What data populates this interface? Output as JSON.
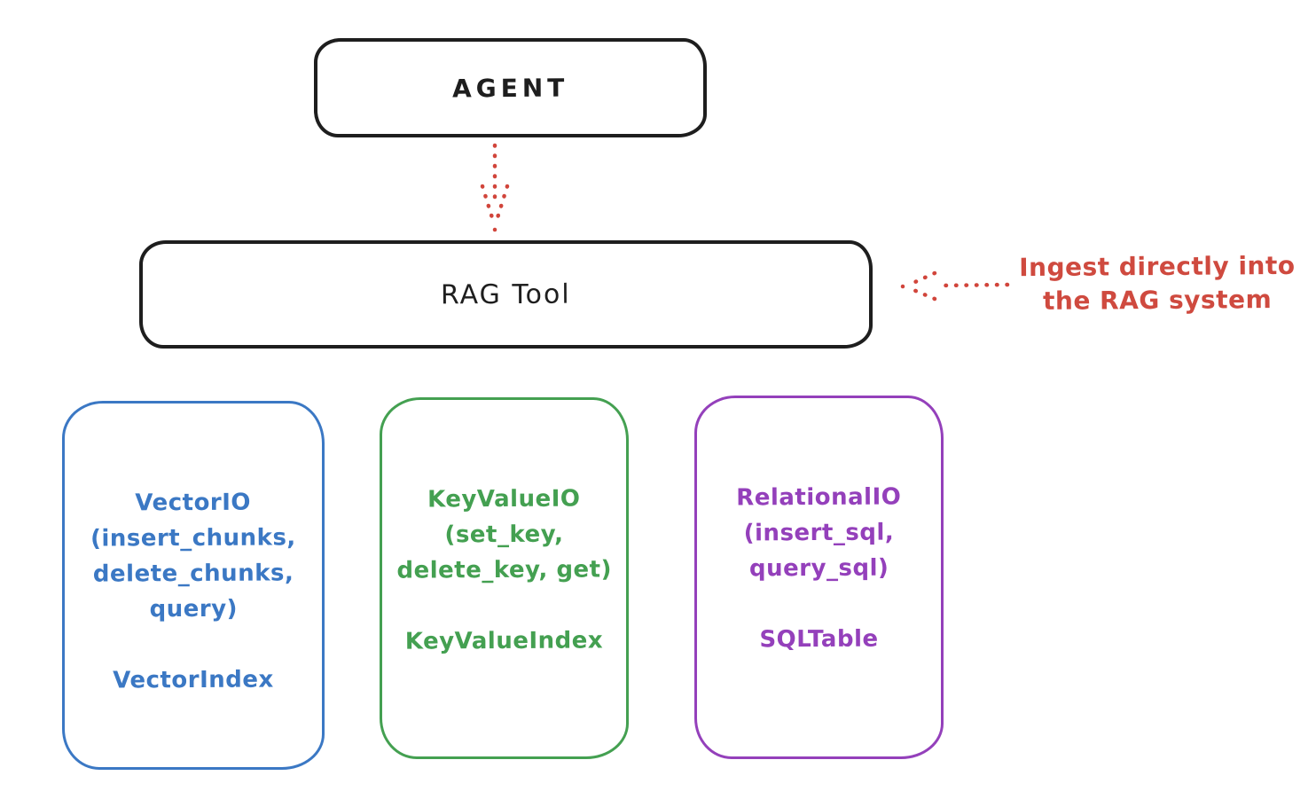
{
  "diagram": {
    "agent": {
      "label": "AGENT"
    },
    "rag_tool": {
      "label": "RAG Tool"
    },
    "annotation": {
      "line1": "Ingest directly into",
      "line2": "the RAG system"
    },
    "stores": {
      "vector": {
        "lines": [
          "VectorIO",
          "(insert_chunks,",
          "delete_chunks,",
          "query)"
        ],
        "index": "VectorIndex",
        "color": "#3b78c4"
      },
      "keyvalue": {
        "lines": [
          "KeyValueIO",
          "(set_key,",
          "delete_key, get)"
        ],
        "index": "KeyValueIndex",
        "color": "#44a051"
      },
      "relational": {
        "lines": [
          "RelationalIO",
          "(insert_sql,",
          "query_sql)"
        ],
        "index": "SQLTable",
        "color": "#9440bb"
      }
    },
    "arrows": {
      "agent_to_rag": "dotted-arrow-down",
      "ingest_into_rag": "dotted-arrow-left"
    },
    "colors": {
      "stroke": "#1e1e1e",
      "accent_red": "#d1453b",
      "annotation_text": "#cf4a3f",
      "background": "#ffffff"
    }
  }
}
